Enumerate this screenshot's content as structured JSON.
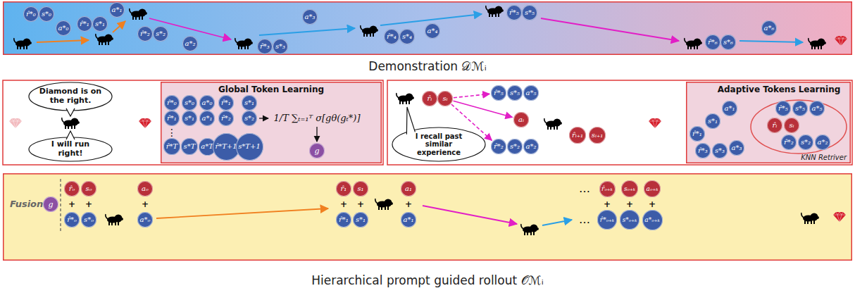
{
  "diagram": {
    "nodes": [
      {
        "text": [
          "Demonstration 𝒟ℳᵢ"
        ]
      },
      {
        "text": [
          "r̂*₀"
        ],
        "in": 0
      },
      {
        "text": [
          "s*₀"
        ],
        "in": 0
      },
      {
        "text": [
          "a*₀"
        ],
        "in": 0
      },
      {
        "text": [
          "r̂*₁"
        ],
        "in": 0
      },
      {
        "text": [
          "s*₁"
        ],
        "in": 0
      },
      {
        "text": [
          "a*₁"
        ],
        "in": 0
      },
      {
        "text": [
          "r̂*₂"
        ],
        "in": 0
      },
      {
        "text": [
          "s*₂"
        ],
        "in": 0
      },
      {
        "text": [
          "a*₂"
        ],
        "in": 0
      },
      {
        "text": [
          "r̂*₃"
        ],
        "in": 0
      },
      {
        "text": [
          "s*₃"
        ],
        "in": 0
      },
      {
        "text": [
          "a*₃"
        ],
        "in": 0
      },
      {
        "text": [
          "r̂*₄"
        ],
        "in": 0
      },
      {
        "text": [
          "s*₄"
        ],
        "in": 0
      },
      {
        "text": [
          "a*₄"
        ],
        "in": 0
      },
      {
        "text": [
          "r̂*₅"
        ],
        "in": 0
      },
      {
        "text": [
          "s*₅"
        ],
        "in": 0
      },
      {
        "text": [
          "r̂*₆"
        ],
        "in": 0
      },
      {
        "text": [
          "s*₆"
        ],
        "in": 0
      },
      {
        "text": [
          "a*₆"
        ],
        "in": 0
      },
      {
        "text": [
          "Diamond is on the right."
        ]
      },
      {
        "text": [
          "I will run right!"
        ]
      },
      {
        "text": [
          "Global Token Learning"
        ]
      },
      {
        "text": [
          "r̂*₀"
        ],
        "in": 23
      },
      {
        "text": [
          "s*₀"
        ],
        "in": 23
      },
      {
        "text": [
          "a*₀"
        ],
        "in": 23
      },
      {
        "text": [
          "r̂*₁"
        ],
        "in": 23
      },
      {
        "text": [
          "s*₁"
        ],
        "in": 23
      },
      {
        "text": [
          "r̂*₁"
        ],
        "in": 23
      },
      {
        "text": [
          "s*₁"
        ],
        "in": 23
      },
      {
        "text": [
          "a*₁"
        ],
        "in": 23
      },
      {
        "text": [
          "r̂*₂"
        ],
        "in": 23
      },
      {
        "text": [
          "s*₂"
        ],
        "in": 23
      },
      {
        "text": [
          "r̂*T"
        ],
        "in": 23
      },
      {
        "text": [
          "s*T"
        ],
        "in": 23
      },
      {
        "text": [
          "a*T"
        ],
        "in": 23
      },
      {
        "text": [
          "r̂*T+1"
        ],
        "in": 23
      },
      {
        "text": [
          "s*T+1"
        ],
        "in": 23
      },
      {
        "text": [
          "g"
        ],
        "in": 23
      },
      {
        "text": [
          "I recall past similar experience"
        ]
      },
      {
        "text": [
          "r̂ᵢ"
        ]
      },
      {
        "text": [
          "sᵢ"
        ]
      },
      {
        "text": [
          "r̂*₅"
        ]
      },
      {
        "text": [
          "s*₅"
        ]
      },
      {
        "text": [
          "a*₅"
        ]
      },
      {
        "text": [
          "aᵢ"
        ]
      },
      {
        "text": [
          "r̂*₂"
        ]
      },
      {
        "text": [
          "s*₂"
        ]
      },
      {
        "text": [
          "a*₂"
        ]
      },
      {
        "text": [
          "r̂ᵢ₊₁"
        ]
      },
      {
        "text": [
          "sᵢ₊₁"
        ]
      },
      {
        "text": [
          "Adaptive Tokens Learning",
          "KNN Retriver"
        ]
      },
      {
        "text": [
          "a*₁"
        ],
        "in": 52
      },
      {
        "text": [
          "r̂*₁"
        ],
        "in": 52
      },
      {
        "text": [
          "s*₁"
        ],
        "in": 52
      },
      {
        "text": [
          "r̂*₃"
        ],
        "in": 52
      },
      {
        "text": [
          "s*₃"
        ],
        "in": 52
      },
      {
        "text": [
          "a*₃"
        ],
        "in": 52
      },
      {
        "text": [
          "r̂*₅"
        ],
        "in": 52
      },
      {
        "text": [
          "s*₅"
        ],
        "in": 52
      },
      {
        "text": [
          "a*₅"
        ],
        "in": 52
      },
      {
        "text": [
          "r̂ᵢ"
        ],
        "in": 52
      },
      {
        "text": [
          "sᵢ"
        ],
        "in": 52
      },
      {
        "text": [
          "r̂*₂"
        ],
        "in": 52
      },
      {
        "text": [
          "s*₂"
        ],
        "in": 52
      },
      {
        "text": [
          "a*₂"
        ],
        "in": 52
      },
      {
        "text": [
          "Fusion",
          "Hierarchical prompt guided rollout 𝒪ℳᵢ"
        ]
      },
      {
        "text": [
          "g"
        ],
        "in": 67
      },
      {
        "text": [
          "r̂ₒ"
        ],
        "in": 67
      },
      {
        "text": [
          "sₒ"
        ],
        "in": 67
      },
      {
        "text": [
          "aₒ"
        ],
        "in": 67
      },
      {
        "text": [
          "r̂*ₒ"
        ],
        "in": 67
      },
      {
        "text": [
          "s*ₒ"
        ],
        "in": 67
      },
      {
        "text": [
          "a*ₒ"
        ],
        "in": 67
      },
      {
        "text": [
          "r̂₁"
        ],
        "in": 67
      },
      {
        "text": [
          "s₁"
        ],
        "in": 67
      },
      {
        "text": [
          "a₁"
        ],
        "in": 67
      },
      {
        "text": [
          "r̂*₁"
        ],
        "in": 67
      },
      {
        "text": [
          "s*₁"
        ],
        "in": 67
      },
      {
        "text": [
          "a*₁"
        ],
        "in": 67
      },
      {
        "text": [
          "r̂ₒ₊ₖ"
        ],
        "in": 67
      },
      {
        "text": [
          "sₒ₊ₖ"
        ],
        "in": 67
      },
      {
        "text": [
          "aₒ₊ₖ"
        ],
        "in": 67
      },
      {
        "text": [
          "r̂*ₒ₊ₖ"
        ],
        "in": 67
      },
      {
        "text": [
          "s*ₒ₊ₖ"
        ],
        "in": 67
      },
      {
        "text": [
          "a*ₒ₊ₖ"
        ],
        "in": 67
      }
    ],
    "edges": [
      {
        "from": 42,
        "to": 46,
        "arrow": "to"
      },
      {
        "from": 42,
        "to": 43,
        "arrow": "to"
      },
      {
        "from": 42,
        "to": 47,
        "arrow": "to"
      }
    ],
    "labels": [
      "1/T ∑ₜ₌₁ᵀ σ[gθ(gₜ*)]",
      "⋮",
      "+",
      "+",
      "+",
      "+",
      "+",
      "+",
      "+",
      "+",
      "+",
      "…",
      "…"
    ]
  }
}
